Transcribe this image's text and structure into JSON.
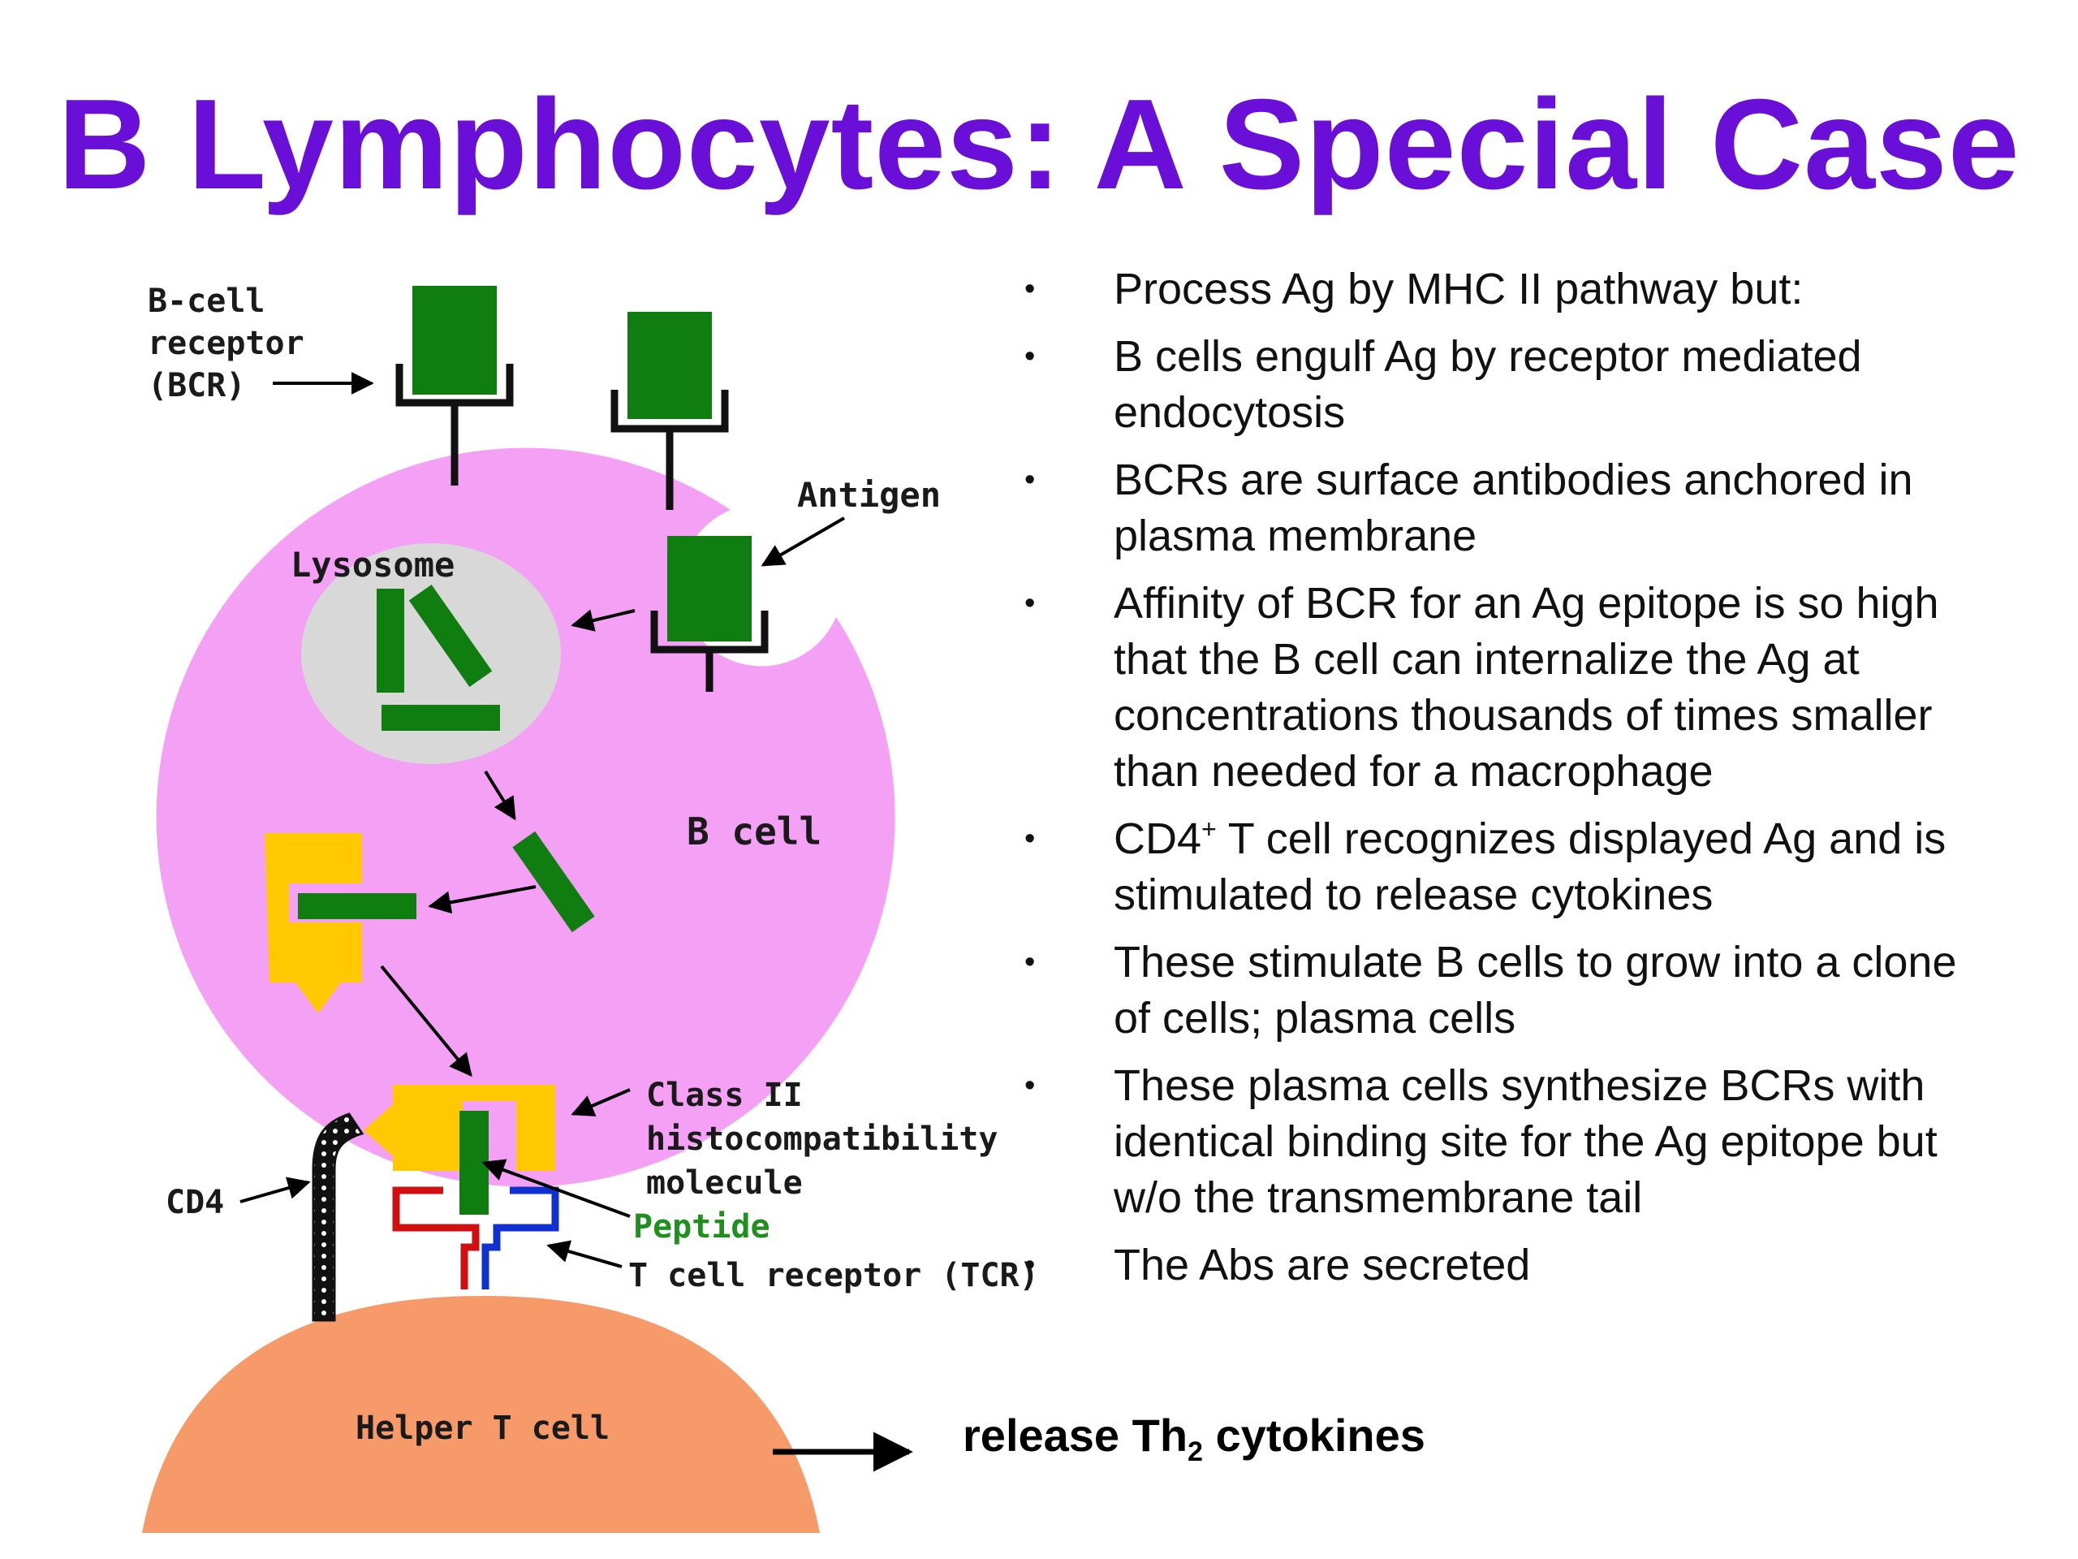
{
  "title": "B Lymphocytes: A Special Case",
  "labels": {
    "bcr": [
      "B-cell",
      "receptor",
      "(BCR)"
    ],
    "antigen": "Antigen",
    "lysosome": "Lysosome",
    "b_cell": "B cell",
    "class_ii": [
      "Class II",
      "histocompatibility",
      "molecule"
    ],
    "cd4": "CD4",
    "peptide": "Peptide",
    "tcr": "T cell receptor (TCR)",
    "helper_t": "Helper T cell"
  },
  "bullets": [
    "Process Ag by MHC II pathway but:",
    "B cells engulf Ag by receptor mediated endocytosis",
    "BCRs are surface antibodies anchored in plasma membrane",
    "Affinity of BCR for an Ag epitope is so high that the B cell can internalize the Ag at concentrations thousands of times smaller than needed for a macrophage",
    "T cell recognizes displayed Ag and is stimulated to release cytokines",
    "These stimulate B cells to grow into a clone of cells; plasma cells",
    "These plasma cells synthesize BCRs with identical binding site for the Ag epitope but w/o the transmembrane tail",
    "The Abs are secreted"
  ],
  "bullet_5_prefix": "CD4",
  "bullet_5_superscript": "+",
  "bullet_marker": "•",
  "release": {
    "prefix": "release Th",
    "subscript": "2",
    "suffix": " cytokines"
  },
  "colors": {
    "title": "#6a0fd8",
    "b_cell": "#f4a0f4",
    "lysosome": "#d8d8d8",
    "antigen": "#0f7d0f",
    "mhc": "#ffc800",
    "helper_t": "#f79a6a",
    "tcr_red": "#d01010",
    "tcr_blue": "#1030d0",
    "peptide_label": "#1f8f1f"
  }
}
